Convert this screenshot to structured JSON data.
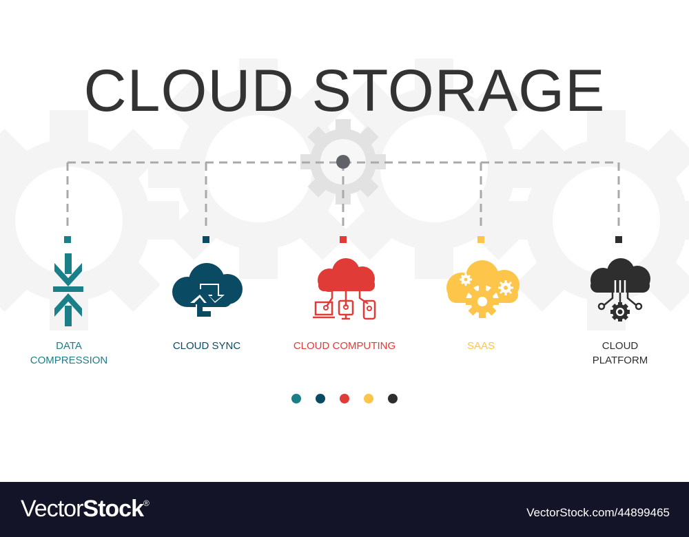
{
  "title": "CLOUD STORAGE",
  "colors": {
    "teal": "#1a7f87",
    "navy": "#0b4a63",
    "red": "#e03b36",
    "yellow": "#fdc54a",
    "dark": "#2e2e2e",
    "connector": "#aaaaaa",
    "hub": "#5f6368",
    "gear_bg": "#f3f3f3",
    "footer_bg": "#131427"
  },
  "items": [
    {
      "label_line1": "DATA",
      "label_line2": "COMPRESSION",
      "icon": "compress-arrows-icon",
      "color": "#1a7f87"
    },
    {
      "label_line1": "CLOUD SYNC",
      "label_line2": "",
      "icon": "cloud-sync-icon",
      "color": "#0b4a63"
    },
    {
      "label_line1": "CLOUD COMPUTING",
      "label_line2": "",
      "icon": "cloud-computing-icon",
      "color": "#e03b36"
    },
    {
      "label_line1": "SAAS",
      "label_line2": "",
      "icon": "cloud-gears-icon",
      "color": "#fdc54a"
    },
    {
      "label_line1": "CLOUD",
      "label_line2": "PLATFORM",
      "icon": "cloud-platform-icon",
      "color": "#2e2e2e"
    }
  ],
  "footer": {
    "brand_light": "Vector",
    "brand_bold": "Stock",
    "brand_mark": "®",
    "reference": "VectorStock.com/44899465"
  }
}
